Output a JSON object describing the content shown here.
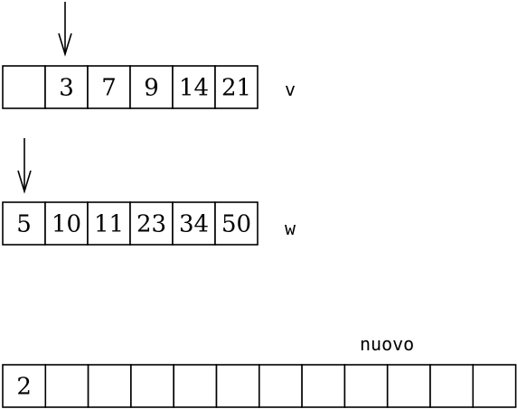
{
  "arrays": {
    "v": {
      "label": "v",
      "cells": [
        "",
        "3",
        "7",
        "9",
        "14",
        "21"
      ],
      "pointer_index": 1
    },
    "w": {
      "label": "w",
      "cells": [
        "5",
        "10",
        "11",
        "23",
        "34",
        "50"
      ],
      "pointer_index": 0
    },
    "nuovo": {
      "label": "nuovo",
      "cells": [
        "2",
        "",
        "",
        "",
        "",
        "",
        "",
        "",
        "",
        "",
        "",
        ""
      ]
    }
  },
  "colors": {
    "stroke": "#000000",
    "fill": "#ffffff"
  }
}
